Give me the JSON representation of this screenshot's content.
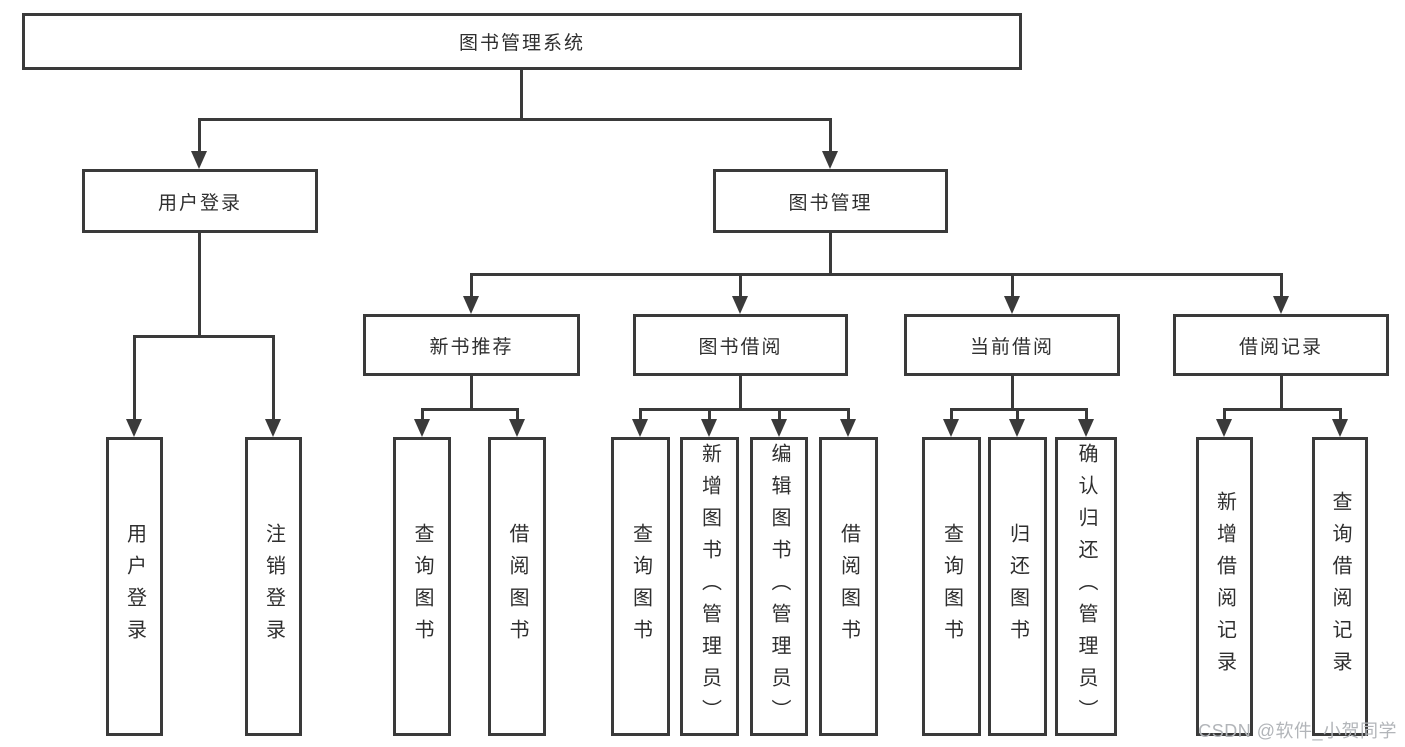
{
  "tree": {
    "root": "图书管理系统",
    "level2": [
      {
        "label": "用户登录",
        "leaves": [
          "用户登录",
          "注销登录"
        ]
      },
      {
        "label": "图书管理",
        "groups": [
          {
            "label": "新书推荐",
            "leaves": [
              "查询图书",
              "借阅图书"
            ]
          },
          {
            "label": "图书借阅",
            "leaves": [
              "查询图书",
              "新增图书（管理员）",
              "编辑图书（管理员）",
              "借阅图书"
            ]
          },
          {
            "label": "当前借阅",
            "leaves": [
              "查询图书",
              "归还图书",
              "确认归还（管理员）"
            ]
          },
          {
            "label": "借阅记录",
            "leaves": [
              "新增借阅记录",
              "查询借阅记录"
            ]
          }
        ]
      }
    ]
  },
  "colors": {
    "line": "#3a3a3a",
    "text": "#2f2f2f",
    "watermark": "#b2b5b9"
  },
  "watermark": "CSDN @软件_小贺同学"
}
